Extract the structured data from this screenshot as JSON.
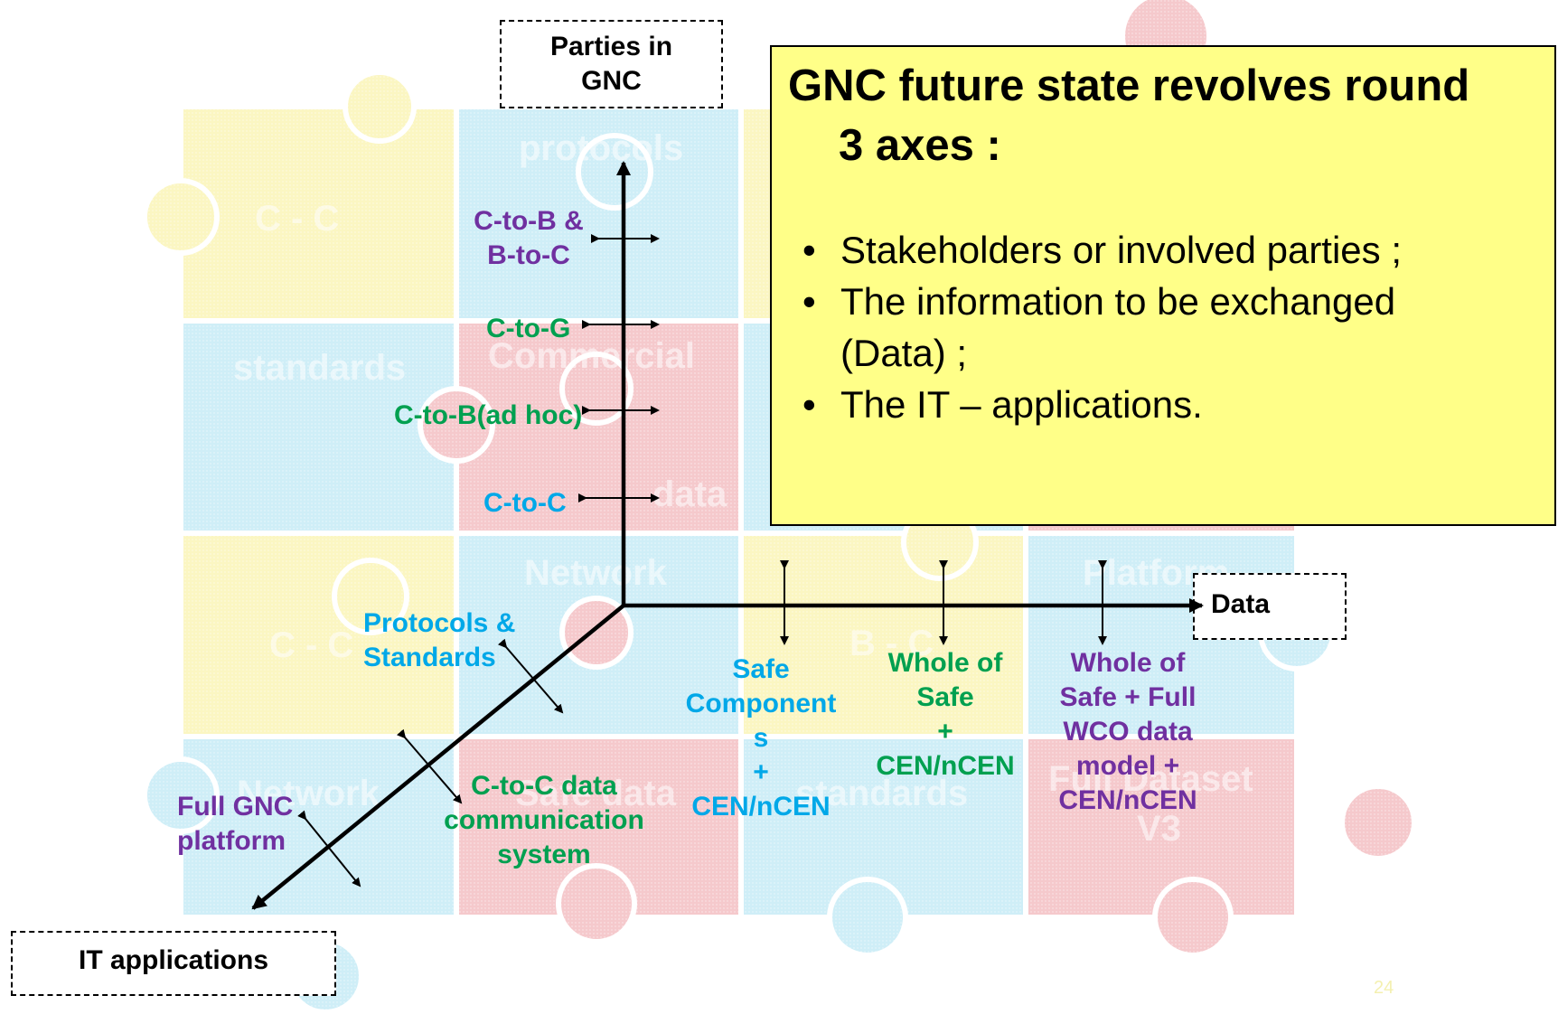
{
  "callout": {
    "title_line1": "GNC future state revolves round",
    "title_line2": "3 axes :",
    "bullets": [
      {
        "line1": "Stakeholders or involved parties ;",
        "line2": ""
      },
      {
        "line1": "The information to be exchanged",
        "line2": "(Data) ;"
      },
      {
        "line1": "The IT – applications.",
        "line2": ""
      }
    ],
    "bullet_glyph": "•"
  },
  "axes": {
    "parties": {
      "line1": "Parties in",
      "line2": "GNC"
    },
    "data": "Data",
    "it": "IT applications"
  },
  "parties_levels": {
    "c2b_b2c": {
      "line1": "C-to-B &",
      "line2": "B-to-C"
    },
    "c2g": "C-to-G",
    "c2b_adhoc": "C-to-B(ad hoc)",
    "c2c": "C-to-C"
  },
  "data_levels": {
    "safe_components": {
      "line1": "Safe",
      "line2": "Component",
      "line3": "s",
      "line4": "+",
      "line5": "CEN/nCEN"
    },
    "whole_of_safe": {
      "line1": "Whole of",
      "line2": "Safe",
      "line3": "+",
      "line4": "CEN/nCEN"
    },
    "whole_full_wco": {
      "line1": "Whole of",
      "line2": "Safe + Full",
      "line3": "WCO data",
      "line4": "model +",
      "line5": "CEN/nCEN"
    }
  },
  "it_levels": {
    "protocols": {
      "line1": "Protocols &",
      "line2": "Standards"
    },
    "c2c_system": {
      "line1": "C-to-C data",
      "line2": "communication",
      "line3": "system"
    },
    "full_gnc": {
      "line1": "Full GNC",
      "line2": "platform"
    }
  },
  "puzzle_words": {
    "protocols": "protocols",
    "c_c_top": "C - C",
    "standards_left": "standards",
    "commercial": "Commercial",
    "data": "data",
    "network_mid": "Network",
    "platform": "Platform",
    "c_c_mid": "C - C",
    "b_c": "B - C",
    "network_low": "Network",
    "safe_data": "Safe data",
    "standards_low": "standards",
    "full_dataset": "Full Dataset",
    "v3": "V3"
  },
  "page_number": "24",
  "colors": {
    "purple": "#7030a0",
    "green": "#00a050",
    "cyan": "#00a8e8",
    "callout_fill": "#ffff88",
    "puzzle_blue": "#cfeef7",
    "puzzle_yellow": "#fbf6c2",
    "puzzle_pink": "#f5c9cc"
  }
}
